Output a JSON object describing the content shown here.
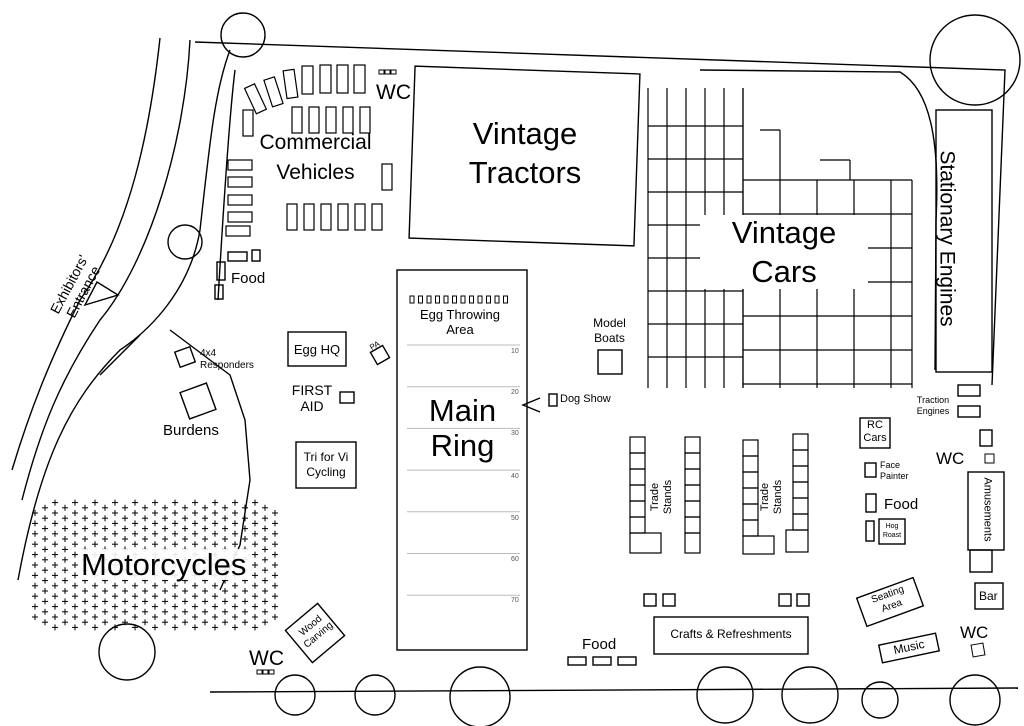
{
  "areas": {
    "vintage_tractors": [
      "Vintage",
      "Tractors"
    ],
    "vintage_cars": [
      "Vintage",
      "Cars"
    ],
    "commercial_vehicles": [
      "Commercial",
      "Vehicles"
    ],
    "stationary_engines": "Stationary Engines",
    "main_ring": [
      "Main",
      "Ring"
    ],
    "motorcycles": "Motorcycles",
    "egg_throwing": [
      "Egg Throwing",
      "Area"
    ],
    "model_boats": [
      "Model",
      "Boats"
    ],
    "dog_show": "Dog Show",
    "exhibitors_entrance": [
      "Exhibitors'",
      "Entrance"
    ],
    "responders": [
      "4x4",
      "Responders"
    ],
    "burdens": "Burdens",
    "egg_hq": "Egg HQ",
    "pa": "PA",
    "first_aid": [
      "FIRST",
      "AID"
    ],
    "tri_for_vi": [
      "Tri for Vi",
      "Cycling"
    ],
    "wood_carving": [
      "Wood",
      "Carving"
    ],
    "trade_stands": [
      "Trade",
      "Stands"
    ],
    "traction_engines": [
      "Traction",
      "Engines"
    ],
    "rc_cars": [
      "RC",
      "Cars"
    ],
    "face_painter": [
      "Face",
      "Painter"
    ],
    "hog_roast": [
      "Hog",
      "Roast"
    ],
    "amusements": "Amusements",
    "seating_area": [
      "Seating",
      "Area"
    ],
    "music": "Music",
    "bar": "Bar",
    "crafts_refreshments": "Crafts & Refreshments",
    "food": "Food",
    "wc": "WC"
  },
  "ring_markers": [
    "10",
    "20",
    "30",
    "40",
    "50",
    "60",
    "70"
  ]
}
